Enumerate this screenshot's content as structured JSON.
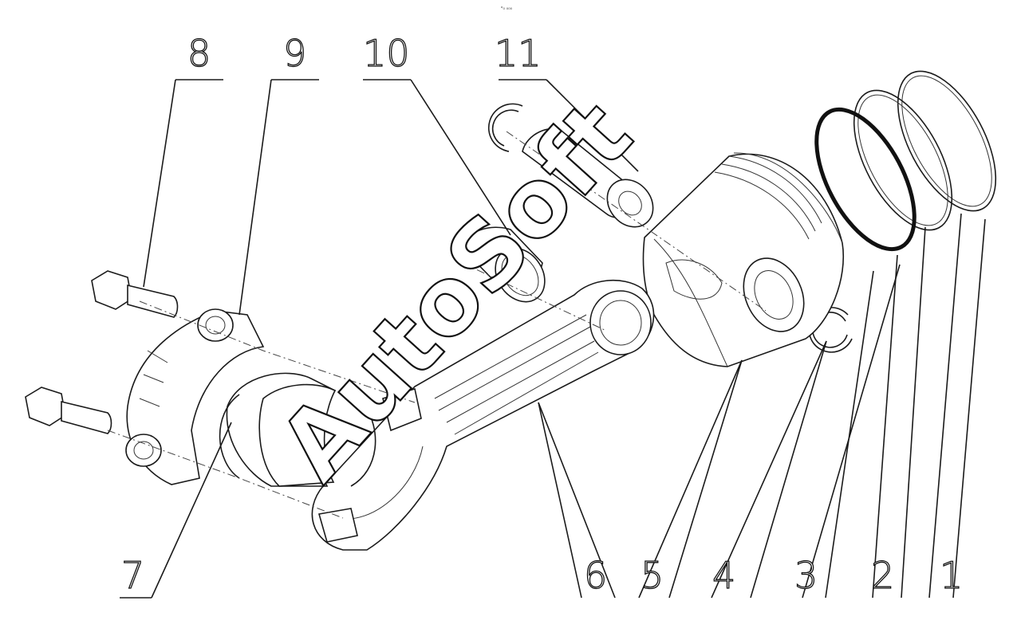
{
  "corner_mark": "ᵒ₀ ₀₀₀",
  "watermark": "AutoSoft",
  "labels": [
    "1",
    "2",
    "3",
    "4",
    "5",
    "6",
    "7",
    "8",
    "9",
    "10",
    "11"
  ]
}
